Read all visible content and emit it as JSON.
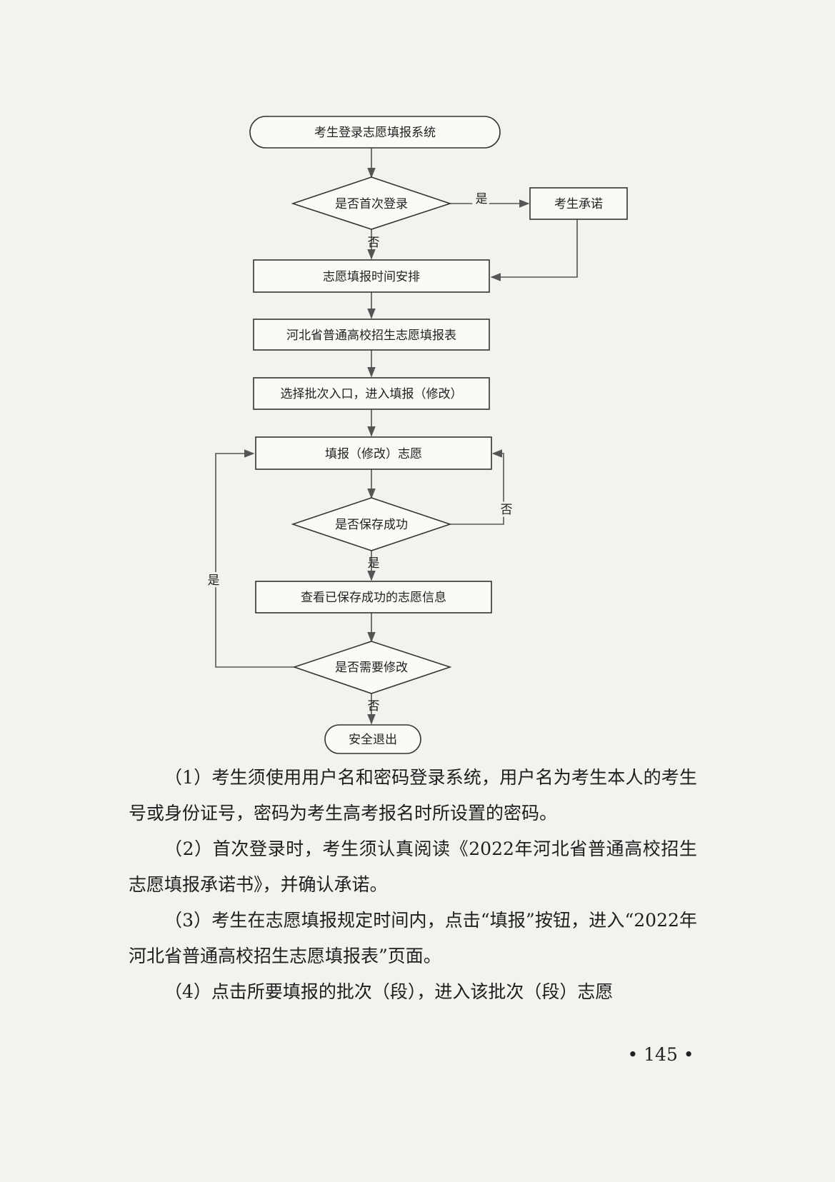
{
  "flowchart": {
    "nodes": {
      "login": "考生登录志愿填报系统",
      "first_login": "是否首次登录",
      "pledge": "考生承诺",
      "schedule": "志愿填报时间安排",
      "form": "河北省普通高校招生志愿填报表",
      "batch": "选择批次入口，进入填报（修改）",
      "fill": "填报（修改）志愿",
      "saved": "是否保存成功",
      "view": "查看已保存成功的志愿信息",
      "modify": "是否需要修改",
      "exit": "安全退出"
    },
    "edge_labels": {
      "first_login_yes": "是",
      "first_login_no": "否",
      "saved_no": "否",
      "saved_yes": "是",
      "modify_yes": "是",
      "modify_no": "否"
    }
  },
  "paragraphs": [
    "（1）考生须使用用户名和密码登录系统，用户名为考生本人的考生号或身份证号，密码为考生高考报名时所设置的密码。",
    "（2）首次登录时，考生须认真阅读《2022年河北省普通高校招生志愿填报承诺书》，并确认承诺。",
    "（3）考生在志愿填报规定时间内，点击“填报”按钮，进入“2022年河北省普通高校招生志愿填报表”页面。",
    "（4）点击所要填报的批次（段），进入该批次（段）志愿"
  ],
  "page_number": "• 145 •"
}
